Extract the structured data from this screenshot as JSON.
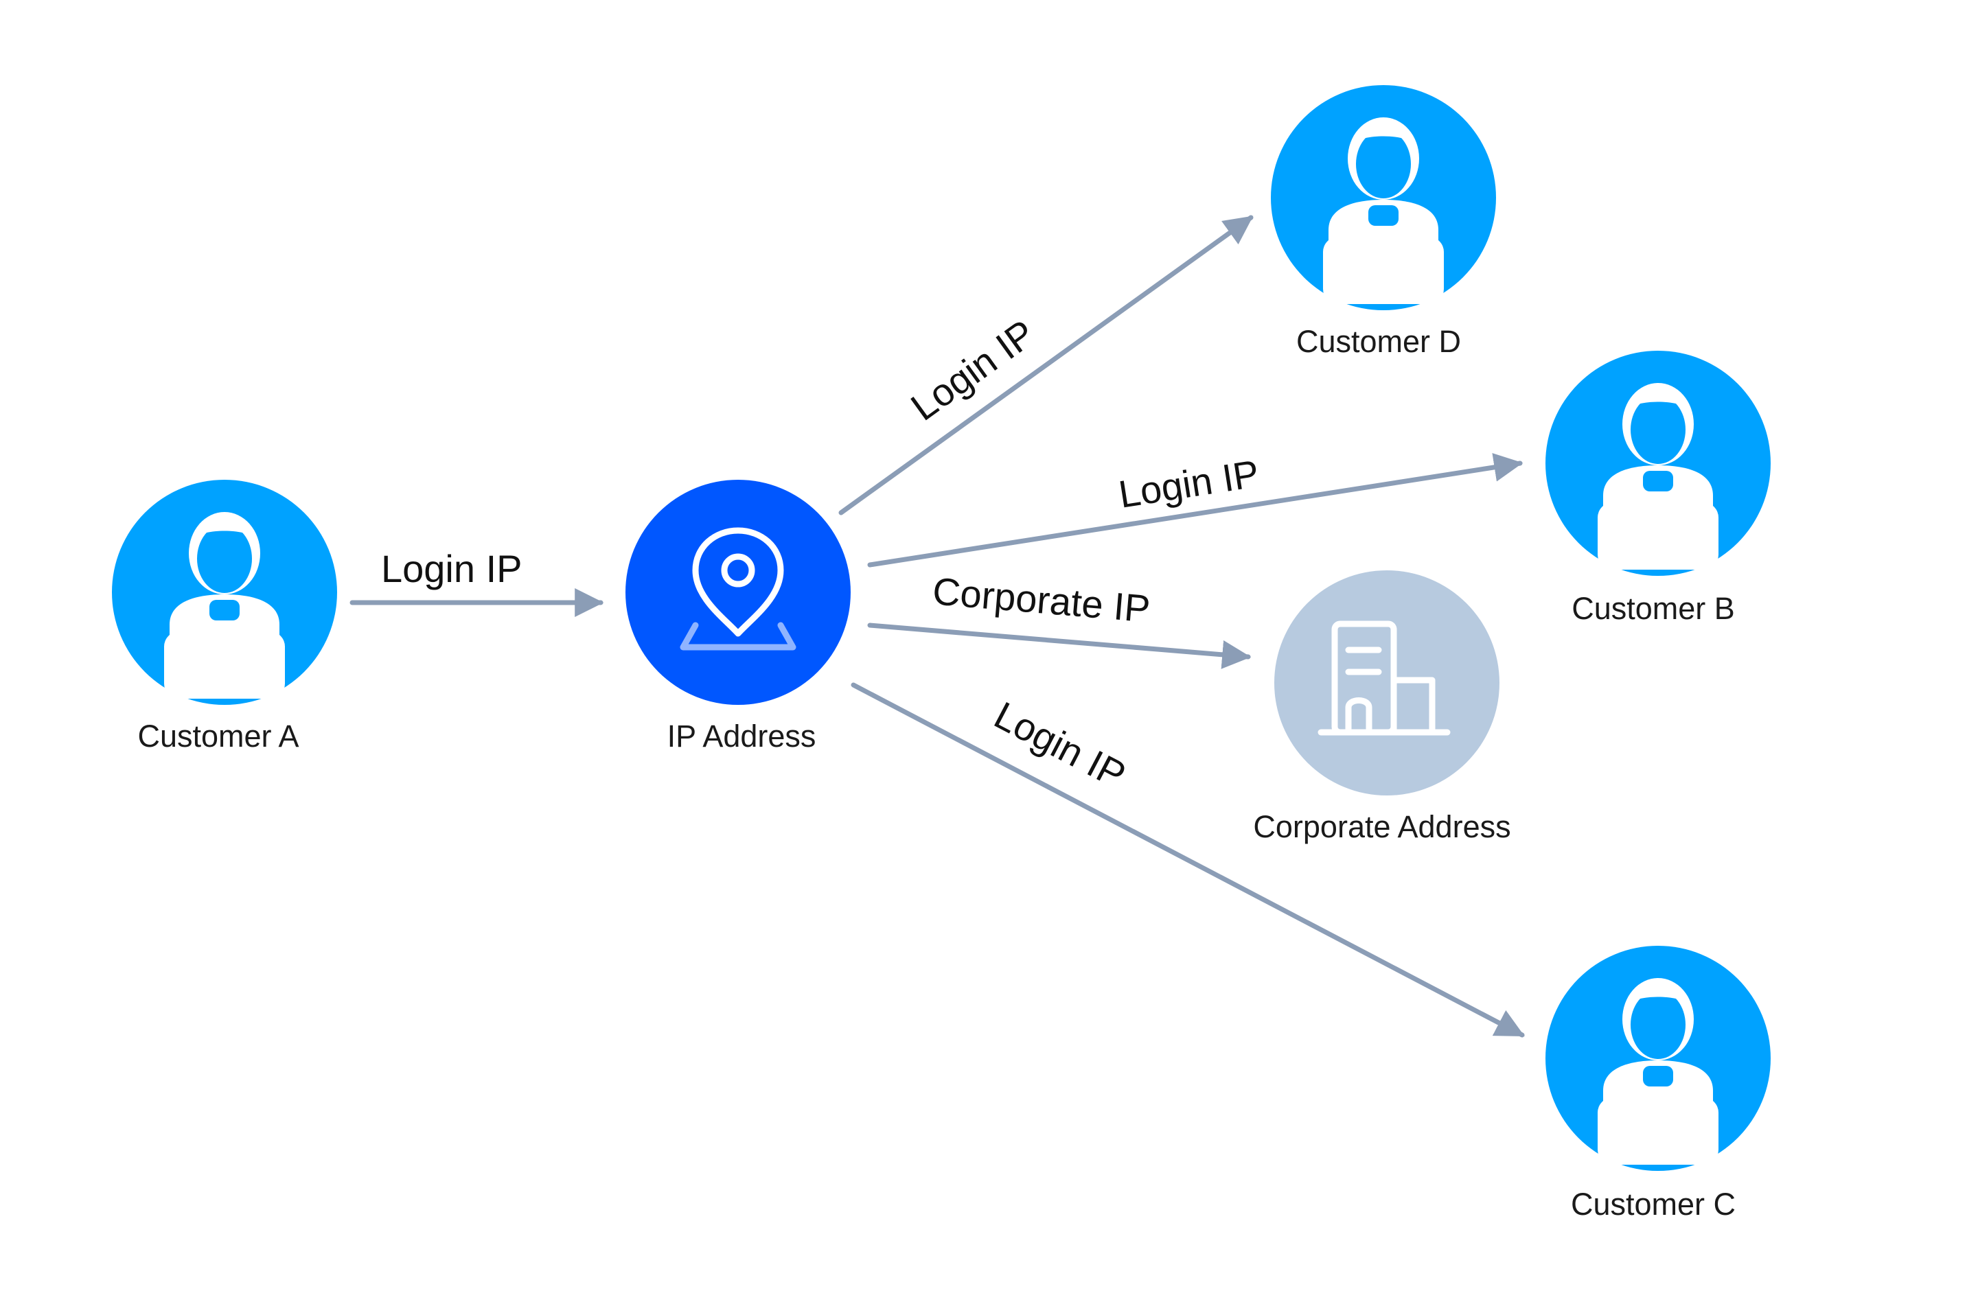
{
  "colors": {
    "customer": "#00a2ff",
    "ip": "#0057ff",
    "corporate": "#b7cadf",
    "edge": "#8b9db6",
    "icon": "#ffffff",
    "ip_icon_base": "#8fb4ff"
  },
  "nodes": {
    "customer_a": {
      "label": "Customer A",
      "icon": "person-icon"
    },
    "ip_address": {
      "label": "IP Address",
      "icon": "location-pin-icon"
    },
    "customer_d": {
      "label": "Customer D",
      "icon": "person-icon"
    },
    "customer_b": {
      "label": "Customer B",
      "icon": "person-icon"
    },
    "corporate_address": {
      "label": "Corporate Address",
      "icon": "building-icon"
    },
    "customer_c": {
      "label": "Customer C",
      "icon": "person-icon"
    }
  },
  "edges": {
    "a_to_ip": {
      "from": "Customer A",
      "to": "IP Address",
      "label": "Login IP"
    },
    "ip_to_d": {
      "from": "IP Address",
      "to": "Customer D",
      "label": "Login IP"
    },
    "ip_to_b": {
      "from": "IP Address",
      "to": "Customer B",
      "label": "Login IP"
    },
    "ip_to_corporate": {
      "from": "IP Address",
      "to": "Corporate Address",
      "label": "Corporate IP"
    },
    "ip_to_c": {
      "from": "IP Address",
      "to": "Customer C",
      "label": "Login IP"
    }
  }
}
